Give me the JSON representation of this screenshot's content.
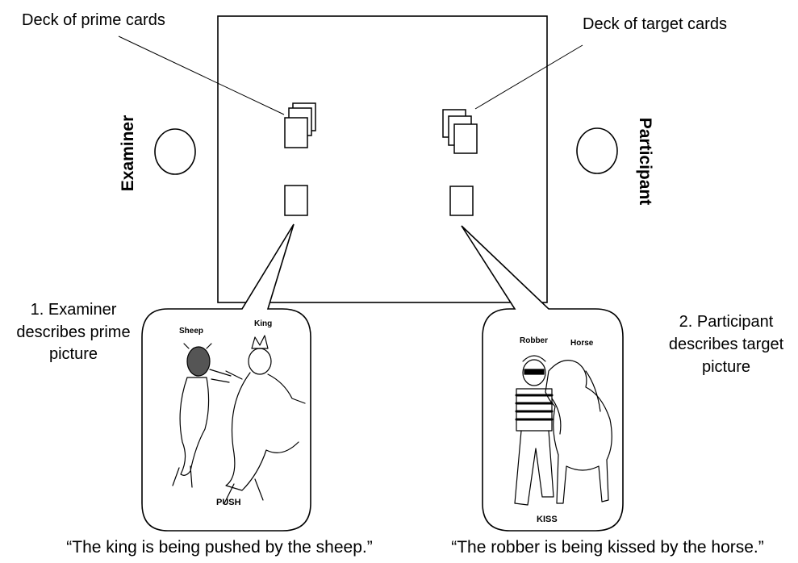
{
  "labels": {
    "prime_deck": "Deck of prime cards",
    "target_deck": "Deck of target cards",
    "examiner": "Examiner",
    "participant": "Participant"
  },
  "steps": {
    "step1": [
      "1. Examiner",
      "describes prime",
      "picture"
    ],
    "step2": [
      "2. Participant",
      "describes target",
      "picture"
    ]
  },
  "prime_picture": {
    "agent": "Sheep",
    "patient": "King",
    "action": "PUSH",
    "sentence": "“The king is being pushed by the sheep.”"
  },
  "target_picture": {
    "patient": "Robber",
    "agent": "Horse",
    "action": "KISS",
    "sentence": "“The robber is being kissed by the horse.”"
  }
}
